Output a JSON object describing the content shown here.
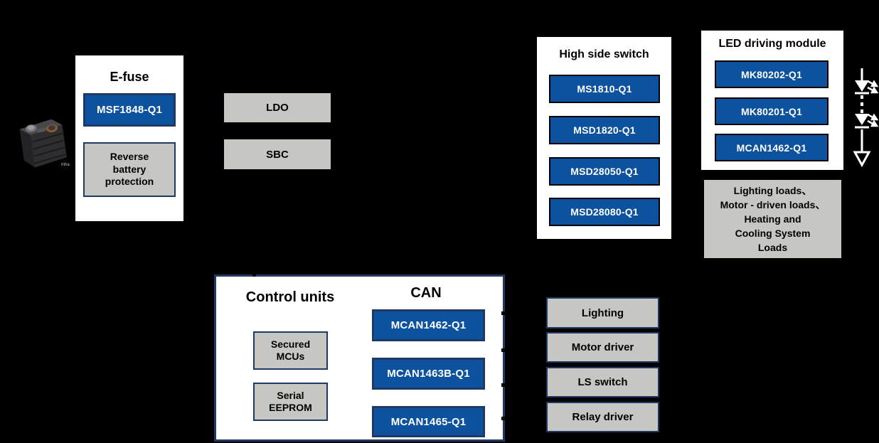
{
  "colors": {
    "background": "#000000",
    "chip_blue": "#0d529e",
    "navy_border": "#1f3864",
    "gray_fill": "#c6c6c2",
    "panel_white": "#ffffff",
    "chip_text": "#ffffff",
    "label_text": "#000000"
  },
  "battery": {
    "watermark": "mha"
  },
  "efuse": {
    "title": "E-fuse",
    "chip": "MSF1848-Q1",
    "protection_lines": [
      "Reverse",
      "battery",
      "protection"
    ]
  },
  "ldo": {
    "label": "LDO"
  },
  "sbc": {
    "label": "SBC"
  },
  "high_side_switch": {
    "title": "High side switch",
    "chips": [
      "MS1810-Q1",
      "MSD1820-Q1",
      "MSD28050-Q1",
      "MSD28080-Q1"
    ]
  },
  "led_module": {
    "title": "LED driving module",
    "chips": [
      "MK80202-Q1",
      "MK80201-Q1",
      "MCAN1462-Q1"
    ],
    "led_string_icon": "led-series-string"
  },
  "loads_summary": {
    "lines": [
      "Lighting loads、",
      "Motor - driven loads、",
      "Heating and",
      "Cooling System",
      "Loads"
    ]
  },
  "control_units": {
    "title": "Control units",
    "can_title": "CAN",
    "secured_mcus_lines": [
      "Secured",
      "MCUs"
    ],
    "serial_eeprom_lines": [
      "Serial",
      "EEPROM"
    ],
    "can_chips": [
      "MCAN1462-Q1",
      "MCAN1463B-Q1",
      "MCAN1465-Q1"
    ]
  },
  "load_buttons": [
    "Lighting",
    "Motor driver",
    "LS switch",
    "Relay driver"
  ]
}
